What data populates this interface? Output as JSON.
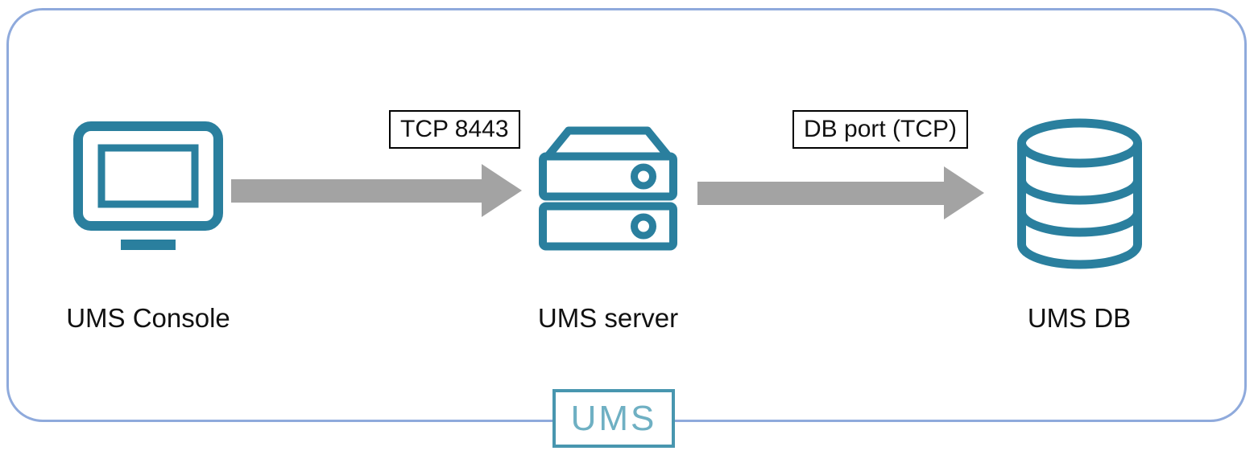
{
  "diagram": {
    "nodes": [
      {
        "label": "UMS Console",
        "icon": "monitor-icon"
      },
      {
        "label": "UMS server",
        "icon": "server-icon"
      },
      {
        "label": "UMS DB",
        "icon": "database-icon"
      }
    ],
    "connections": [
      {
        "from": "UMS Console",
        "to": "UMS server",
        "label": "TCP 8443"
      },
      {
        "from": "UMS server",
        "to": "UMS DB",
        "label": "DB port (TCP)"
      }
    ],
    "badge": {
      "label": "UMS"
    },
    "colors": {
      "icon_teal": "#2a7f9e",
      "frame_blue": "#8faadc",
      "arrow_gray": "#a3a3a3",
      "port_label_border": "#000000",
      "badge_border": "#4896af",
      "badge_text": "#6fb0c3"
    }
  }
}
